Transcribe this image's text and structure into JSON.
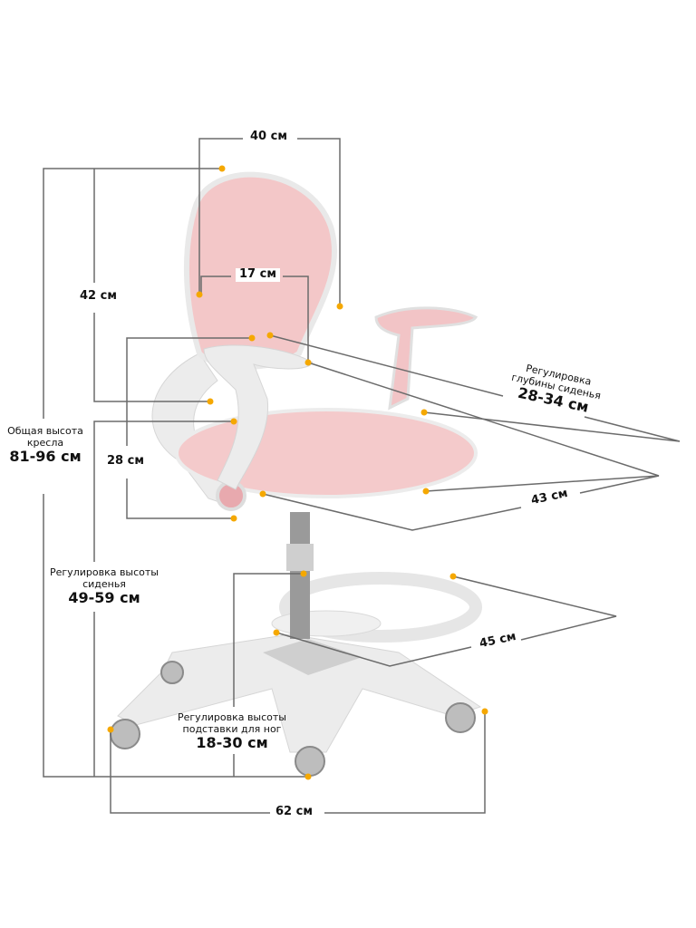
{
  "dimensions": {
    "width_back": "40 см",
    "back_height": "42 см",
    "armrest_offset": "17 см",
    "armrest_height": "28 см",
    "seat_width": "43 см",
    "footrest_width": "45 см",
    "base_width": "62 см"
  },
  "total_height": {
    "caption_line1": "Общая высота",
    "caption_line2": "кресла",
    "value": "81-96 см"
  },
  "seat_height": {
    "caption_line1": "Регулировка высоты",
    "caption_line2": "сиденья",
    "value": "49-59 см"
  },
  "seat_depth": {
    "caption_line1": "Регулировка",
    "caption_line2": "глубины сиденья",
    "value": "28-34 см"
  },
  "footrest_height": {
    "caption_line1": "Регулировка высоты",
    "caption_line2": "подставки для ног",
    "value": "18-30 см"
  },
  "colors": {
    "pink": "#f2c4c6",
    "frame": "#e9e9e9",
    "line": "#6b6b6b",
    "marker": "#f5a800"
  }
}
